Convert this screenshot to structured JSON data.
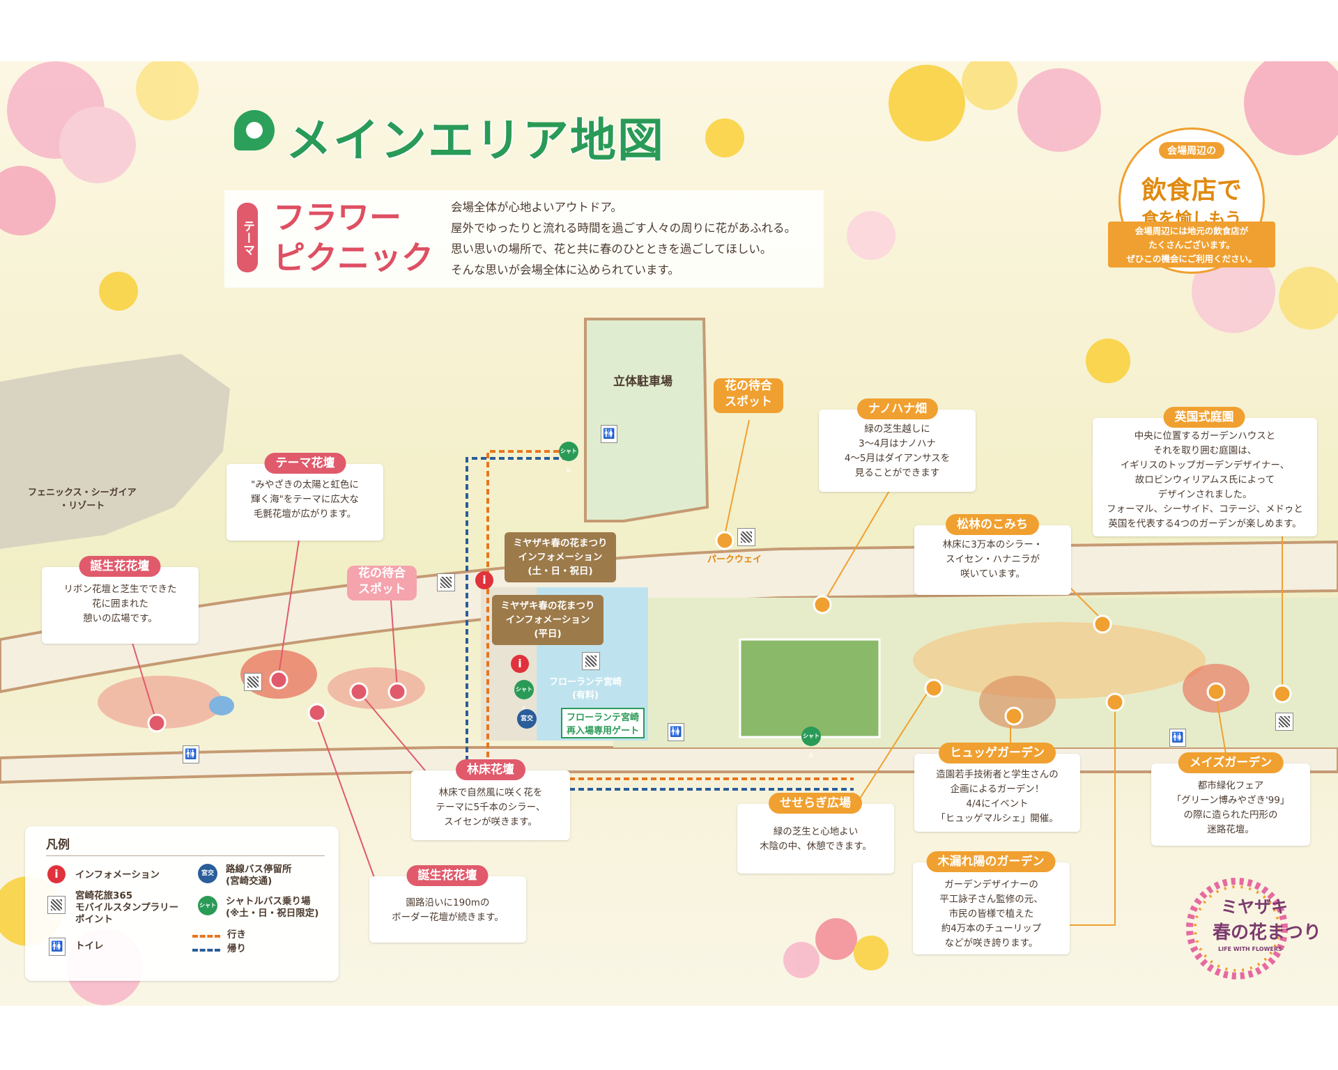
{
  "title": "メインエリア地図",
  "theme": {
    "tag": "テーマ",
    "name": "フラワー\nピクニック",
    "description": [
      "会場全体が心地よいアウトドア。",
      "屋外でゆったりと流れる時間を過ごす人々の周りに花があふれる。",
      "思い思いの場所で、花と共に春のひとときを過ごしてほしい。",
      "そんな思いが会場全体に込められています。"
    ]
  },
  "food": {
    "small": "会場周辺の",
    "main": "飲食店で",
    "main2": "食を愉しもう",
    "lines": [
      "会場周辺には地元の飲食店が",
      "たくさんございます。",
      "ぜひこの機会にご利用ください。"
    ]
  },
  "map_labels": {
    "parking": "立体駐車場",
    "resort": "フェニックス・シーガイア\n・リゾート",
    "parkway": "パークウェイ",
    "florante": "フローランテ宮崎\n(有料)",
    "reentry": "フローランテ宮崎\n再入場専用ゲート"
  },
  "info": {
    "weekend": [
      "ミヤザキ春の花まつり",
      "インフォメーション",
      "(土・日・祝日)"
    ],
    "weekday": [
      "ミヤザキ春の花まつり",
      "インフォメーション",
      "(平日)"
    ]
  },
  "spots": [
    {
      "id": "theme-bed",
      "label": "テーマ花壇",
      "color": "red",
      "lines": [
        "\"みやざきの太陽と虹色に",
        "輝く海\"をテーマに広大な",
        "毛氈花壇が広がります。"
      ]
    },
    {
      "id": "birth-plaza",
      "label": "誕生花花壇",
      "color": "red",
      "lines": [
        "リボン花壇と芝生でできた",
        "花に囲まれた",
        "憩いの広場です。"
      ]
    },
    {
      "id": "wait-spot-left",
      "label": "花の待合\nスポット",
      "color": "red",
      "lines": []
    },
    {
      "id": "wait-spot-top",
      "label": "花の待合\nスポット",
      "color": "orange",
      "lines": []
    },
    {
      "id": "nanohana",
      "label": "ナノハナ畑",
      "color": "orange",
      "lines": [
        "緑の芝生越しに",
        "3～4月はナノハナ",
        "4～5月はダイアンサスを",
        "見ることができます"
      ]
    },
    {
      "id": "english-garden",
      "label": "英国式庭園",
      "color": "orange",
      "lines": [
        "中央に位置するガーデンハウスと",
        "それを取り囲む庭園は、",
        "イギリスのトップガーデンデザイナー、",
        "故ロビンウィリアムス氏によって",
        "デザインされました。",
        "フォーマル、シーサイド、コテージ、メドゥと",
        "英国を代表する4つのガーデンが楽しめます。"
      ]
    },
    {
      "id": "pine-path",
      "label": "松林のこみち",
      "color": "orange",
      "lines": [
        "林床に3万本のシラー・",
        "スイセン・ハナニラが",
        "咲いています。"
      ]
    },
    {
      "id": "forest-bed",
      "label": "林床花壇",
      "color": "red",
      "lines": [
        "林床で自然風に咲く花を",
        "テーマに5千本のシラー、",
        "スイセンが咲きます。"
      ]
    },
    {
      "id": "birth-border",
      "label": "誕生花花壇",
      "color": "red",
      "lines": [
        "園路沿いに190mの",
        "ボーダー花壇が続きます。"
      ]
    },
    {
      "id": "seseragi",
      "label": "せせらぎ広場",
      "color": "orange",
      "lines": [
        "緑の芝生と心地よい",
        "木陰の中、休憩できます。"
      ]
    },
    {
      "id": "hyugage",
      "label": "ヒュッゲガーデン",
      "color": "orange",
      "lines": [
        "造園若手技術者と学生さんの",
        "企画によるガーデン！",
        "4/4にイベント",
        "「ヒュッゲマルシェ」開催。"
      ]
    },
    {
      "id": "maze",
      "label": "メイズガーデン",
      "color": "orange",
      "lines": [
        "都市緑化フェア",
        "「グリーン博みやざき'99」",
        "の際に造られた円形の",
        "迷路花壇。"
      ]
    },
    {
      "id": "komorebi",
      "label": "木漏れ陽のガーデン",
      "color": "orange",
      "lines": [
        "ガーデンデザイナーの",
        "平工詠子さん監修の元、",
        "市民の皆様で植えた",
        "約4万本のチューリップ",
        "などが咲き誇ります。"
      ]
    }
  ],
  "legend": {
    "title": "凡例",
    "info": "インフォメーション",
    "stamp": [
      "宮崎花旅365",
      "モバイルスタンプラリー",
      "ポイント"
    ],
    "toilet": "トイレ",
    "bus": [
      "路線バス停留所",
      "(宮崎交通)"
    ],
    "shuttle": [
      "シャトルバス乗り場",
      "(※土・日・祝日限定)"
    ],
    "go": "行き",
    "back": "帰り"
  },
  "icons": {
    "bus_text": "宮交",
    "shuttle_text": "シャトル",
    "info_symbol": "i",
    "toilet_symbol": "🚻"
  },
  "logo": {
    "line1": "ミヤザキ",
    "line2": "春の花まつり",
    "line3": "LIFE WITH FLOWERS"
  },
  "colors": {
    "title_green": "#2a9a57",
    "theme_red": "#e05a6b",
    "spot_orange": "#f0a030",
    "route_go": "#e8761d",
    "route_back": "#2a5d9a",
    "info_brown": "#9c7a4a"
  }
}
